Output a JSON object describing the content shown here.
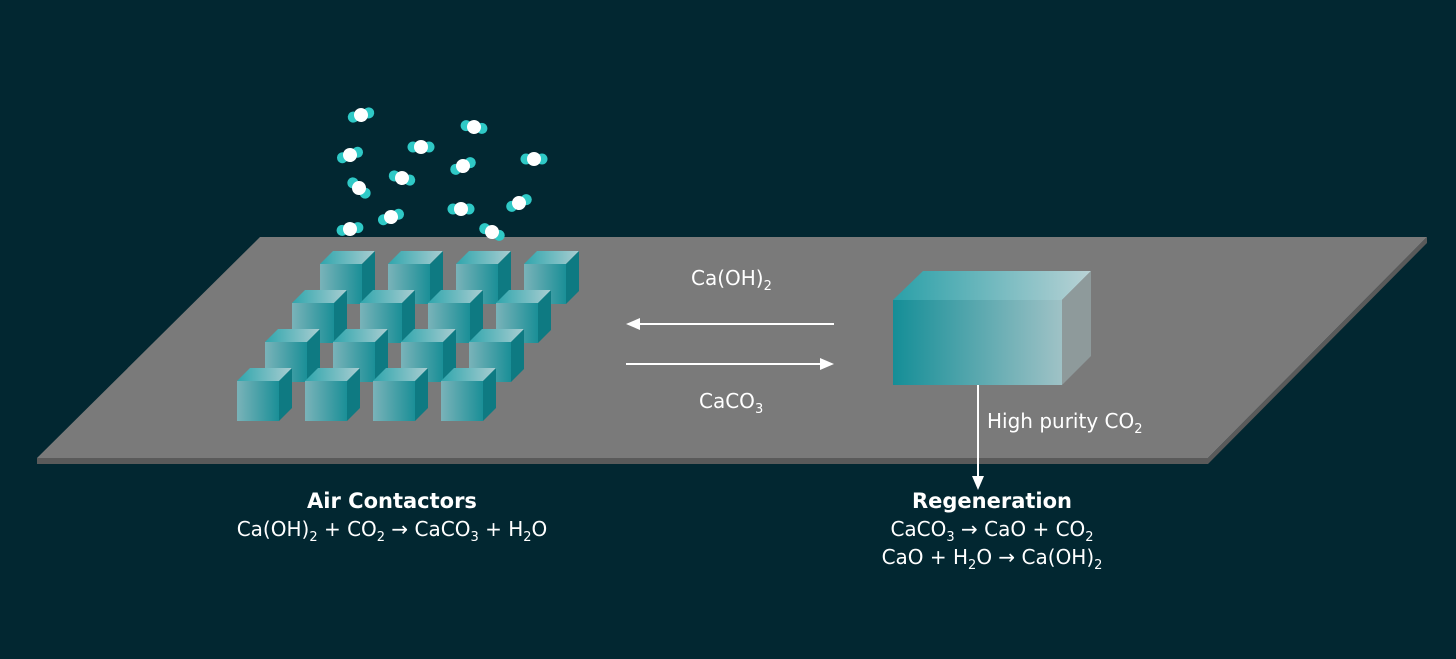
{
  "colors": {
    "background": "#022731",
    "platform": "#7a7a7a",
    "platform_edge": "#5a5a5a",
    "teal": "#1e8f97",
    "molecule_outer": "#2fc9c6",
    "molecule_center": "#ffffff",
    "arrow": "#ffffff"
  },
  "flows": {
    "top": {
      "base": "Ca(OH)",
      "sub": "2"
    },
    "bottom": {
      "base": "CaCO",
      "sub": "3"
    },
    "down": {
      "base": "High purity CO",
      "sub": "2"
    }
  },
  "air_contactors": {
    "title": "Air Contactors",
    "equation": {
      "p1": "Ca(OH)",
      "s1": "2",
      "p2": " + CO",
      "s2": "2",
      "p3": " → CaCO",
      "s3": "3",
      "p4": " + H",
      "s4": "2",
      "p5": "O"
    }
  },
  "regeneration": {
    "title": "Regeneration",
    "equation1": {
      "p1": "CaCO",
      "s1": "3",
      "p2": " → CaO + CO",
      "s2": "2"
    },
    "equation2": {
      "p1": "CaO + H",
      "s1": "2",
      "p2": "O → Ca(OH)",
      "s2": "2"
    }
  },
  "icons": {
    "molecules": "co2-molecule-icon",
    "contactors": "contactor-cube-icon",
    "regenerator": "regeneration-block-icon"
  }
}
